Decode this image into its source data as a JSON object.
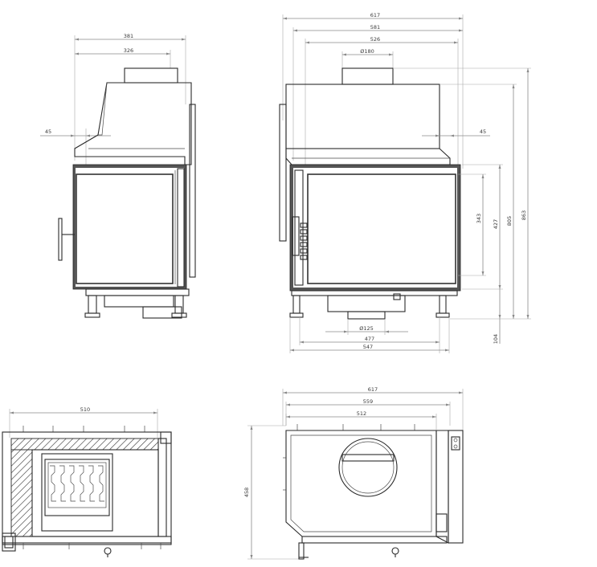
{
  "views": {
    "side_view": {
      "dim_total_depth": "381",
      "dim_inner_depth": "326",
      "dim_offset": "45"
    },
    "front_view": {
      "dim_total_width": "617",
      "dim_width_2": "581",
      "dim_width_3": "526",
      "dim_flue_diameter": "Ø180",
      "dim_right_offset": "45",
      "dim_glass_height": "343",
      "dim_door_height": "427",
      "dim_body_height": "805",
      "dim_total_height": "863",
      "dim_leg_height": "104",
      "dim_air_inlet_diameter": "Ø125",
      "dim_base_width_1": "477",
      "dim_base_width_2": "547"
    },
    "section_view": {
      "dim_width": "510"
    },
    "top_view": {
      "dim_total_width": "617",
      "dim_width_2": "559",
      "dim_width_3": "512",
      "dim_depth": "458"
    }
  }
}
